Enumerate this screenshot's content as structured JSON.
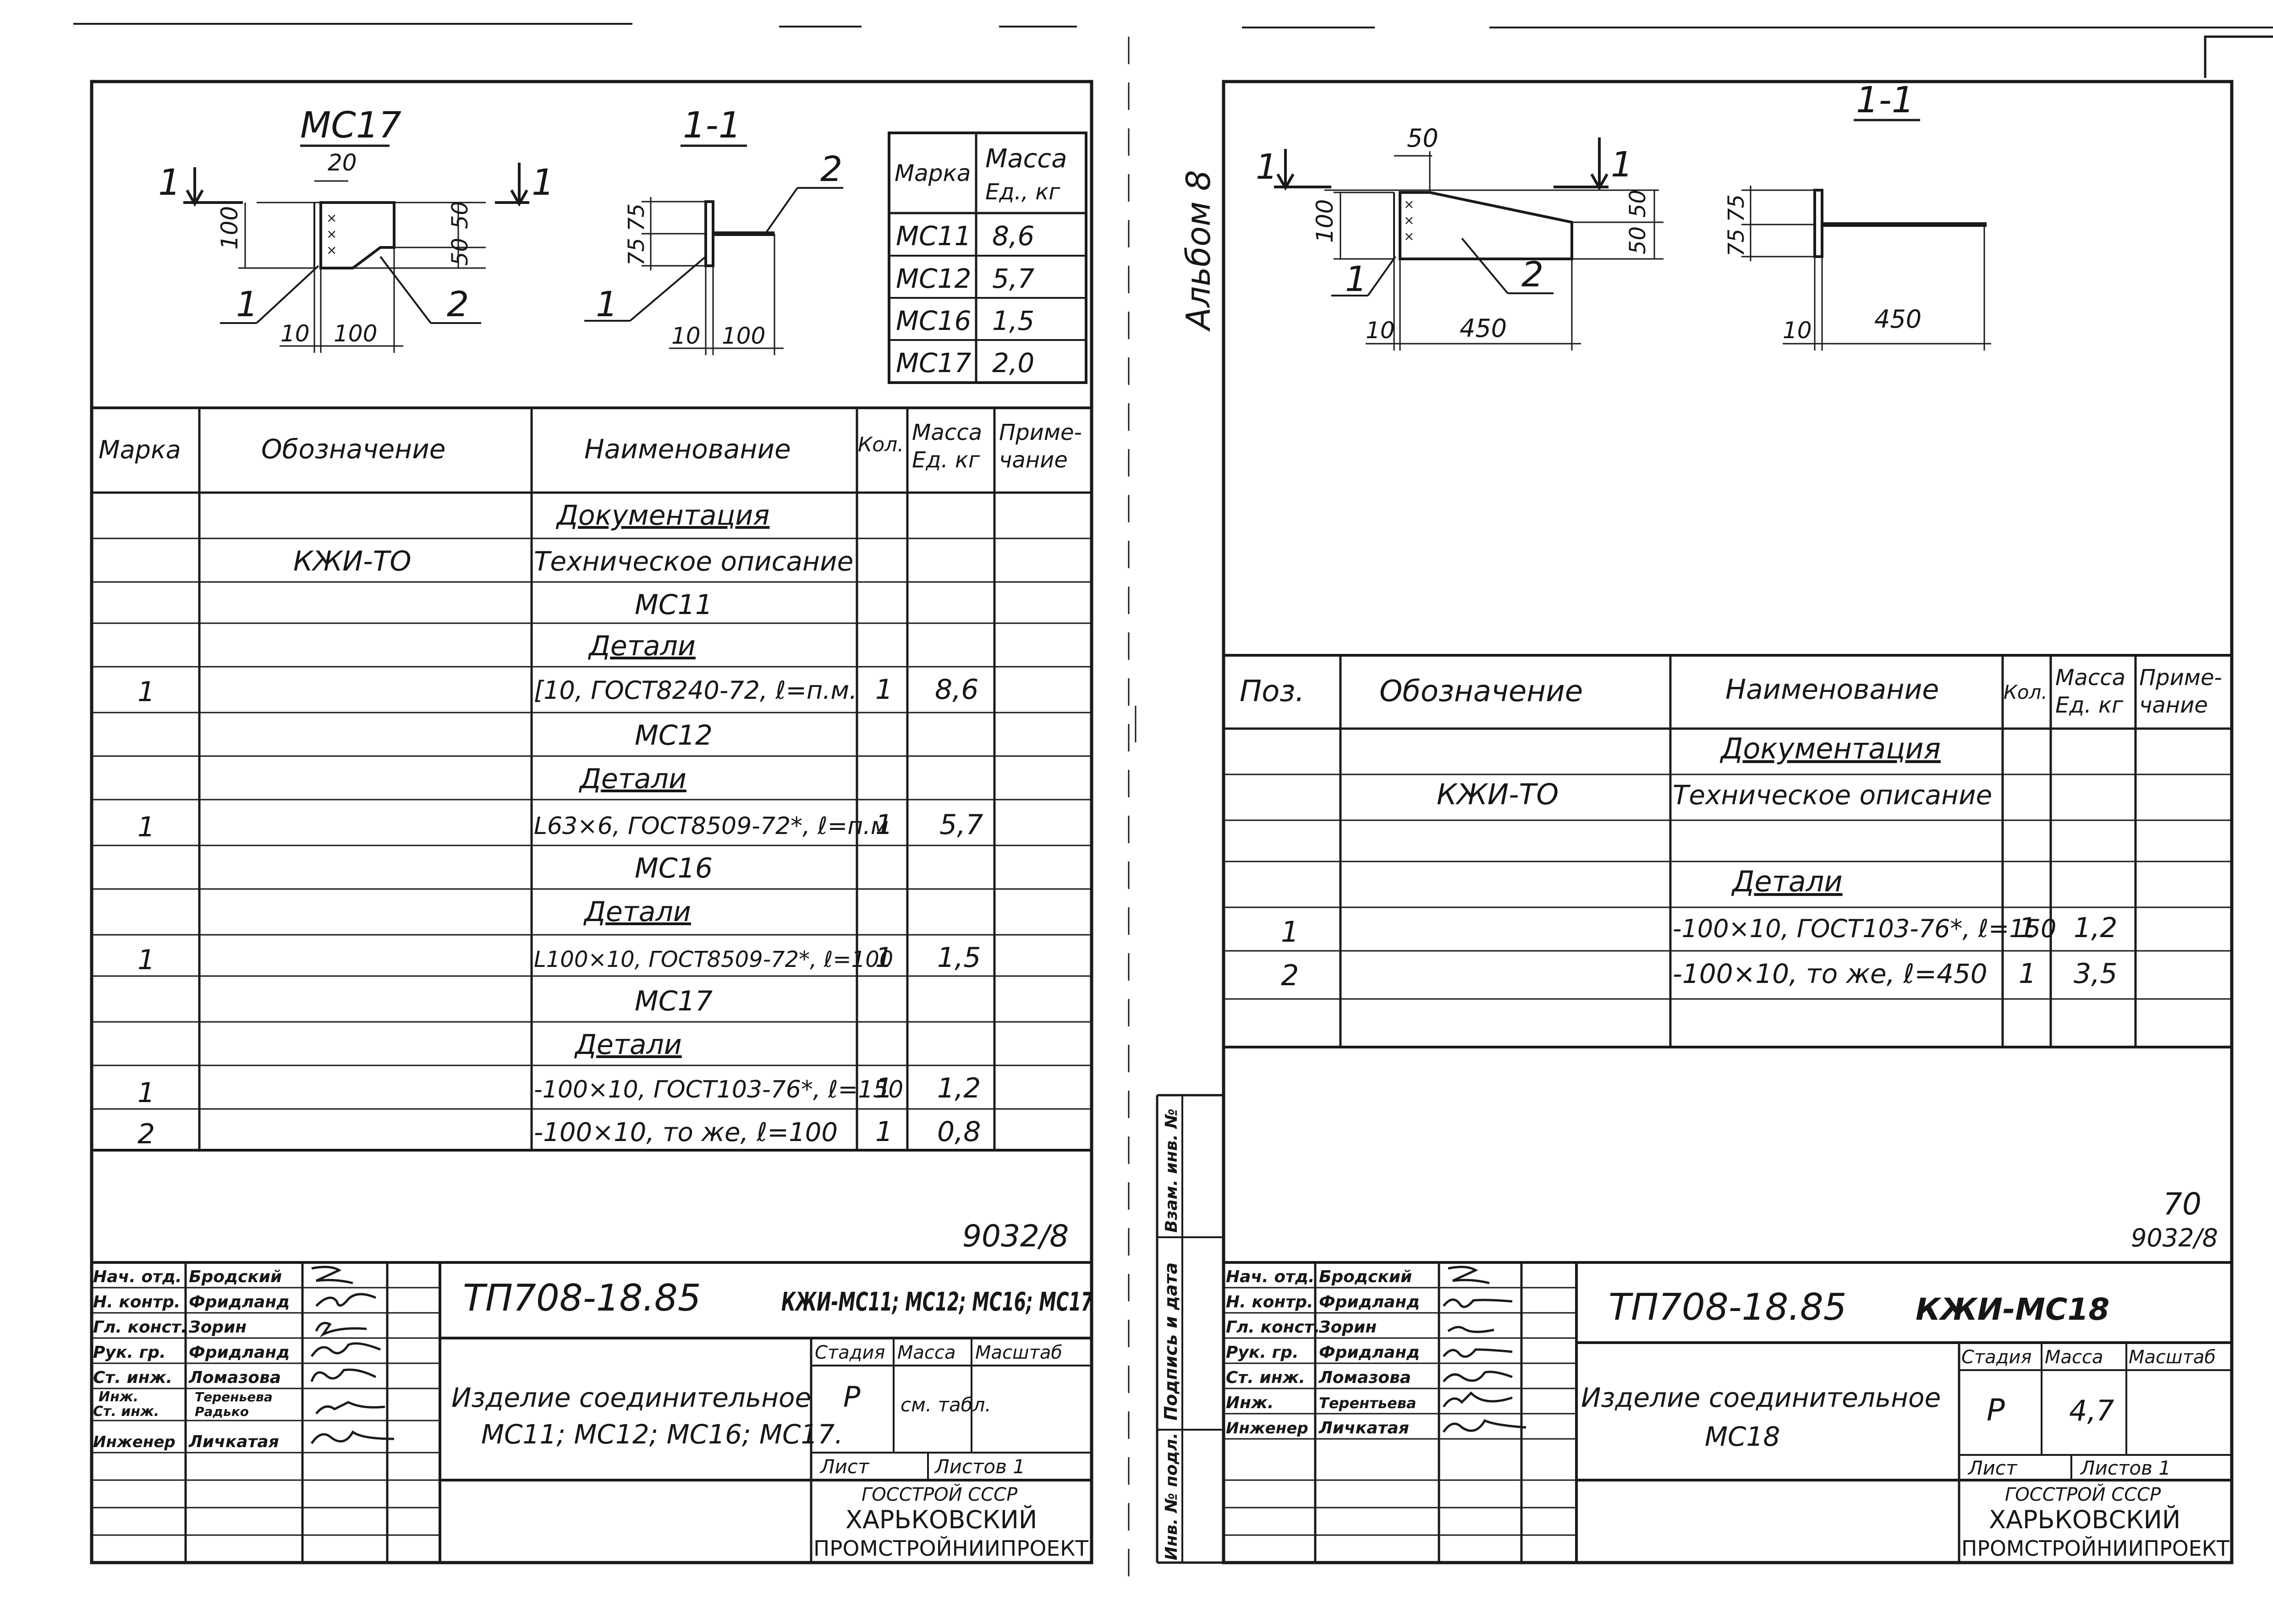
{
  "left": {
    "drawing_title": "МС17",
    "section_title": "1-1",
    "cut_label": "1",
    "dims_plan": [
      "20",
      "100",
      "50",
      "50",
      "10",
      "100"
    ],
    "dims_section": [
      "75",
      "75",
      "10",
      "100"
    ],
    "callouts": [
      "1",
      "2"
    ],
    "mass_table": {
      "headers": [
        "Марка",
        "Масса",
        "Ед., кг"
      ],
      "rows": [
        [
          "МС11",
          "8,6"
        ],
        [
          "МС12",
          "5,7"
        ],
        [
          "МС16",
          "1,5"
        ],
        [
          "МС17",
          "2,0"
        ]
      ]
    },
    "spec": {
      "headers": [
        "Марка",
        "Обозначение",
        "Наименование",
        "Кол.",
        "Масса",
        "Ед. кг",
        "Приме-",
        "чание"
      ],
      "rows": [
        [
          "",
          "",
          "Документация",
          "",
          ""
        ],
        [
          "",
          "КЖИ-ТО",
          "Техническое описание",
          "",
          ""
        ],
        [
          "",
          "",
          "МС11",
          "",
          ""
        ],
        [
          "",
          "",
          "Детали",
          "",
          ""
        ],
        [
          "1",
          "",
          "[10, ГОСТ8240-72, ℓ=п.м.",
          "1",
          "8,6"
        ],
        [
          "",
          "",
          "МС12",
          "",
          ""
        ],
        [
          "",
          "",
          "Детали",
          "",
          ""
        ],
        [
          "1",
          "",
          "L63×6, ГОСТ8509-72*, ℓ=п.м",
          "1",
          "5,7"
        ],
        [
          "",
          "",
          "МС16",
          "",
          ""
        ],
        [
          "",
          "",
          "Детали",
          "",
          ""
        ],
        [
          "1",
          "",
          "L100×10, ГОСТ8509-72*, ℓ=100",
          "1",
          "1,5"
        ],
        [
          "",
          "",
          "МС17",
          "",
          ""
        ],
        [
          "",
          "",
          "Детали",
          "",
          ""
        ],
        [
          "1",
          "",
          "-100×10, ГОСТ103-76*, ℓ=150",
          "1",
          "1,2"
        ],
        [
          "2",
          "",
          "-100×10, то же, ℓ=100",
          "1",
          "0,8"
        ]
      ]
    },
    "corner_note": "9032/8",
    "title_block": {
      "roles": [
        "Нач. отд.",
        "Н. контр.",
        "Гл. конст.",
        "Рук. гр.",
        "Ст. инж.",
        "Инж.",
        "Ст. инж.",
        "Инженер"
      ],
      "names": [
        "Бродский",
        "Фридланд",
        "Зорин",
        "Фридланд",
        "Ломазова",
        "Тереньева",
        "Радько",
        "Личкатая"
      ],
      "project": "ТП708-18.85",
      "code": "КЖИ-МС11; МС12; МС16; МС17",
      "item_line1": "Изделие соединительное",
      "item_line2": "МС11; МС12; МС16; МС17.",
      "col_stage": "Стадия",
      "col_mass": "Масса",
      "col_scale": "Масштаб",
      "stage": "Р",
      "mass_val": "см. табл.",
      "sheet": "Лист",
      "sheets": "Листов 1",
      "org1": "ГОССТРОЙ СССР",
      "org2": "ХАРЬКОВСКИЙ",
      "org3": "ПРОМСТРОЙНИИПРОЕКТ"
    }
  },
  "right": {
    "album": "Альбом 8",
    "section_title": "1-1",
    "cut_label": "1",
    "dims_plan": [
      "50",
      "100",
      "50",
      "50",
      "10",
      "450"
    ],
    "dims_section": [
      "75",
      "75",
      "10",
      "450"
    ],
    "callouts": [
      "1",
      "2"
    ],
    "spec": {
      "headers": [
        "Поз.",
        "Обозначение",
        "Наименование",
        "Кол.",
        "Масса",
        "Ед. кг",
        "Приме-",
        "чание"
      ],
      "rows": [
        [
          "",
          "",
          "Документация",
          "",
          ""
        ],
        [
          "",
          "КЖИ-ТО",
          "Техническое описание",
          "",
          ""
        ],
        [
          "",
          "",
          "",
          "",
          ""
        ],
        [
          "",
          "",
          "Детали",
          "",
          ""
        ],
        [
          "1",
          "",
          "-100×10, ГОСТ103-76*, ℓ=150",
          "1",
          "1,2"
        ],
        [
          "2",
          "",
          "-100×10, то же, ℓ=450",
          "1",
          "3,5"
        ]
      ]
    },
    "side_labels": [
      "Взам. инв. №",
      "Подпись и дата",
      "Инв. № подл."
    ],
    "page_number": "70",
    "corner_note": "9032/8",
    "title_block": {
      "roles": [
        "Нач. отд.",
        "Н. контр.",
        "Гл. конст.",
        "Рук. гр.",
        "Ст. инж.",
        "Инж.",
        "Инженер"
      ],
      "names": [
        "Бродский",
        "Фридланд",
        "Зорин",
        "Фридланд",
        "Ломазова",
        "Терентьева",
        "Личкатая"
      ],
      "project": "ТП708-18.85",
      "code": "КЖИ-МС18",
      "item_line1": "Изделие соединительное",
      "item_line2": "МС18",
      "col_stage": "Стадия",
      "col_mass": "Масса",
      "col_scale": "Масштаб",
      "stage": "Р",
      "mass_val": "4,7",
      "sheet": "Лист",
      "sheets": "Листов 1",
      "org1": "ГОССТРОЙ СССР",
      "org2": "ХАРЬКОВСКИЙ",
      "org3": "ПРОМСТРОЙНИИПРОЕКТ"
    }
  }
}
